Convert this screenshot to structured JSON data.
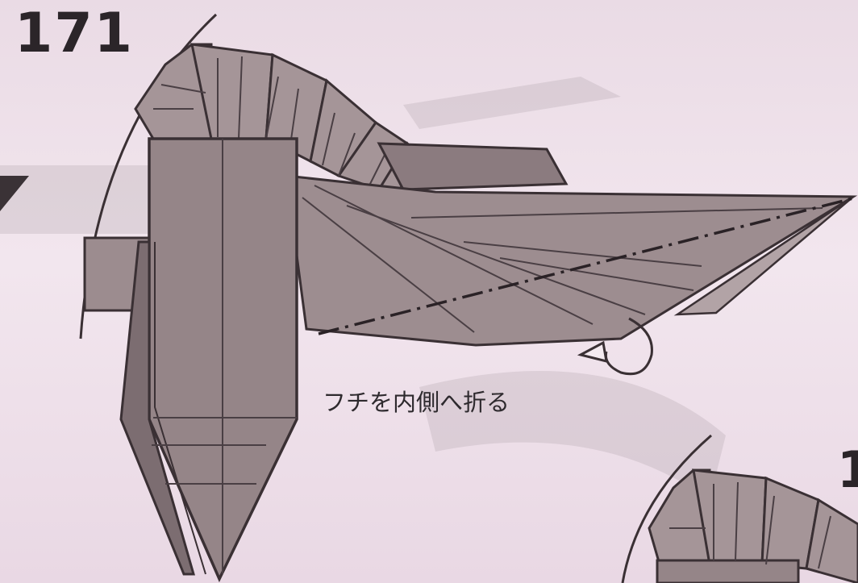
{
  "step": {
    "number": "171",
    "instruction": "フチを内側へ折る"
  },
  "next_step": {
    "number_visible": "1"
  },
  "colors": {
    "paper": "#9a8a8d",
    "paper_light": "#a8989b",
    "paper_dark": "#7b6c70",
    "line": "#3a3034",
    "background": "#ecdce8"
  }
}
